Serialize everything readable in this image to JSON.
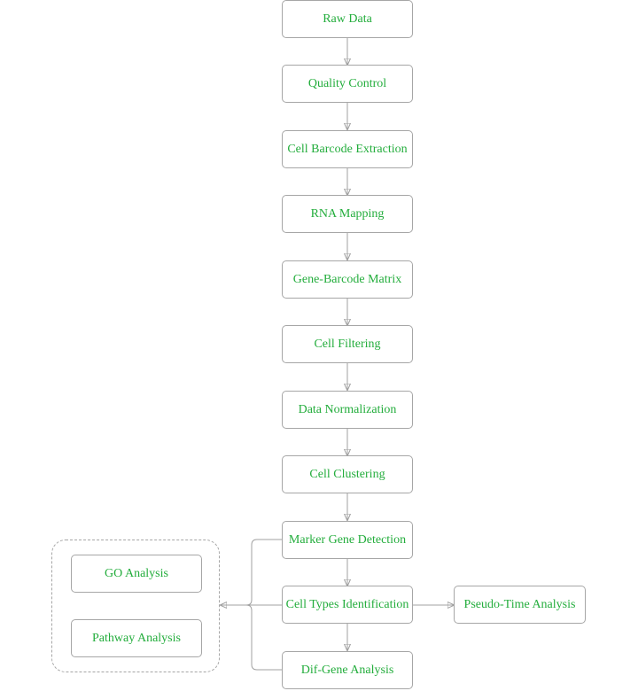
{
  "diagram": {
    "nodes": {
      "raw_data": "Raw Data",
      "quality_control": "Quality Control",
      "cell_barcode_extraction": "Cell Barcode Extraction",
      "rna_mapping": "RNA Mapping",
      "gene_barcode_matrix": "Gene-Barcode Matrix",
      "cell_filtering": "Cell Filtering",
      "data_normalization": "Data Normalization",
      "cell_clustering": "Cell Clustering",
      "marker_gene_detection": "Marker Gene Detection",
      "cell_types_identification": "Cell Types Identification",
      "pseudo_time_analysis": "Pseudo-Time Analysis",
      "dif_gene_analysis": "Dif-Gene Analysis",
      "go_analysis": "GO Analysis",
      "pathway_analysis": "Pathway Analysis"
    },
    "colors": {
      "text": "#23ad3c",
      "border": "#a6a6a6",
      "connector": "#a0a0a0"
    }
  }
}
